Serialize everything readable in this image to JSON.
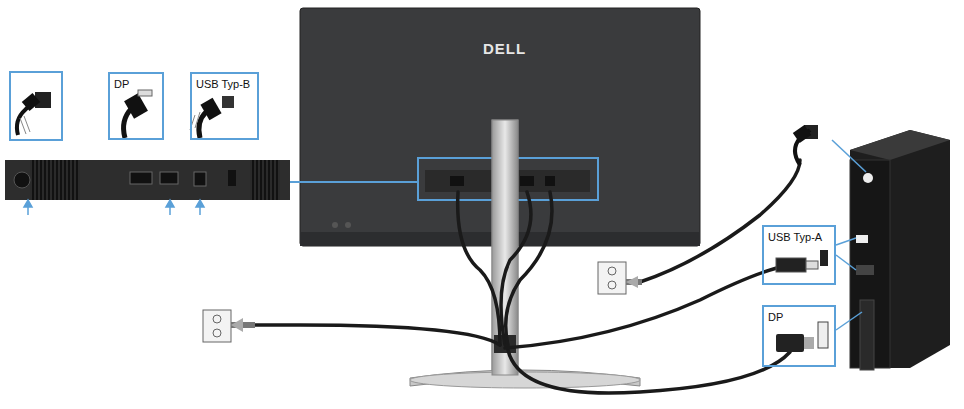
{
  "diagram": {
    "nodes": [
      {
        "text": [
          "DP"
        ]
      },
      {
        "text": [
          "USB Typ-B"
        ]
      },
      {
        "text": [
          "USB Typ-A"
        ]
      },
      {
        "text": [
          "DP"
        ]
      }
    ],
    "labels": [
      "DELL"
    ]
  }
}
